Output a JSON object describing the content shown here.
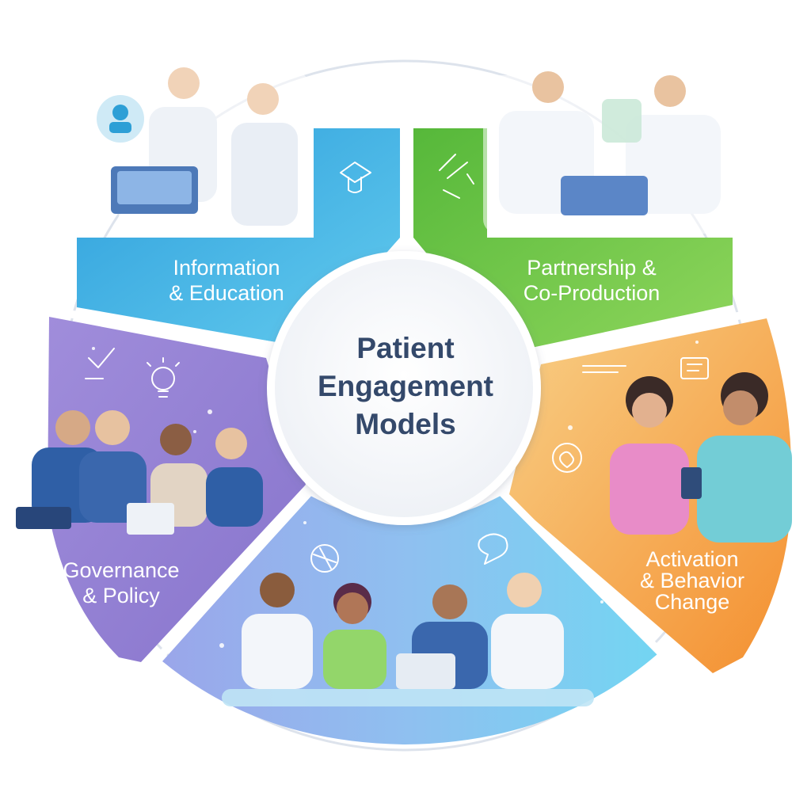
{
  "center": {
    "lines": [
      "Patient",
      "Engagement",
      "Models"
    ]
  },
  "segments": [
    {
      "id": "information-education",
      "lines": [
        "Information",
        "& Education"
      ],
      "color_from": "#2fa8df",
      "color_to": "#57c6ec"
    },
    {
      "id": "partnership-coproduction",
      "lines": [
        "Partnership &",
        "Co-Production"
      ],
      "color_from": "#5bbf3c",
      "color_to": "#8ad45a"
    },
    {
      "id": "activation-behavior-change",
      "lines": [
        "Activation",
        "& Behavior",
        "Change"
      ],
      "color_from": "#f6c071",
      "color_to": "#f59a3a"
    },
    {
      "id": "collaborative-care",
      "lines": [],
      "color_from": "#8fb0ee",
      "color_to": "#6fd0f0"
    },
    {
      "id": "governance-policy",
      "lines": [
        "Governance",
        "& Policy"
      ],
      "color_from": "#9a86d8",
      "color_to": "#8b78cf"
    }
  ],
  "colors": {
    "center_text": "#34496b",
    "ring": "#dde3ec",
    "center_fill": "#ffffff"
  },
  "icons": [
    "graduation-icon",
    "healthcare-badge-icon",
    "handshake-icon",
    "document-icon",
    "heart-icon",
    "notebook-icon",
    "lightbulb-icon",
    "checklist-icon",
    "globe-icon",
    "chat-bubble-icon"
  ]
}
